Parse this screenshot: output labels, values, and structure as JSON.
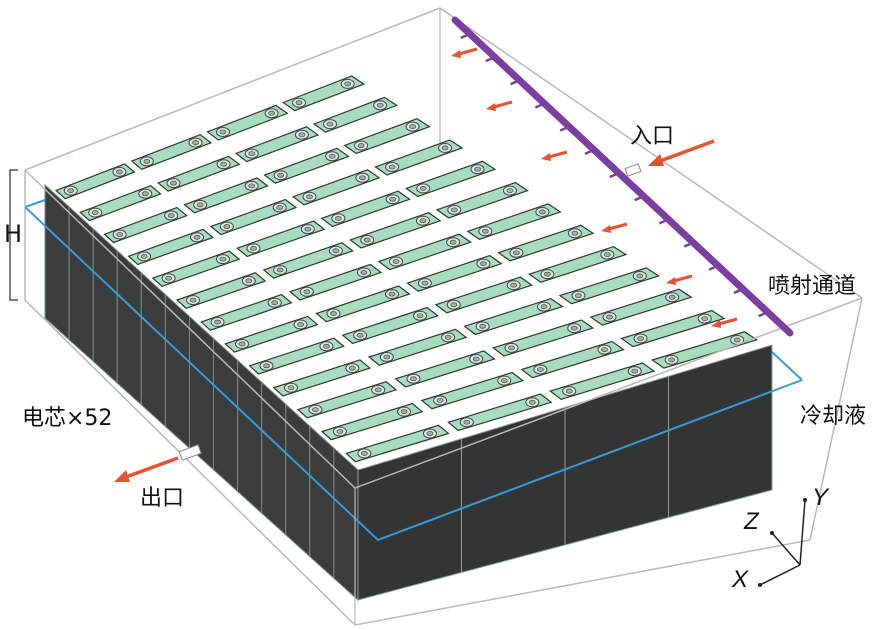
{
  "labels": {
    "inlet": "入口",
    "spray_channel": "喷射通道",
    "coolant": "冷却液",
    "cells": "电芯×52",
    "outlet": "出口",
    "height": "H"
  },
  "axes": {
    "x": "X",
    "y": "Y",
    "z": "Z"
  },
  "battery_pack": {
    "columns": 4,
    "rows": 13,
    "cell_count": 52
  },
  "colors": {
    "cell_top": "#a8dcc0",
    "cell_side": "#3a3d3c",
    "coolant_line": "#3a9ad9",
    "pipe": "#7b3fa0",
    "arrow": "#e8522e",
    "container": "#b9b9b9"
  }
}
